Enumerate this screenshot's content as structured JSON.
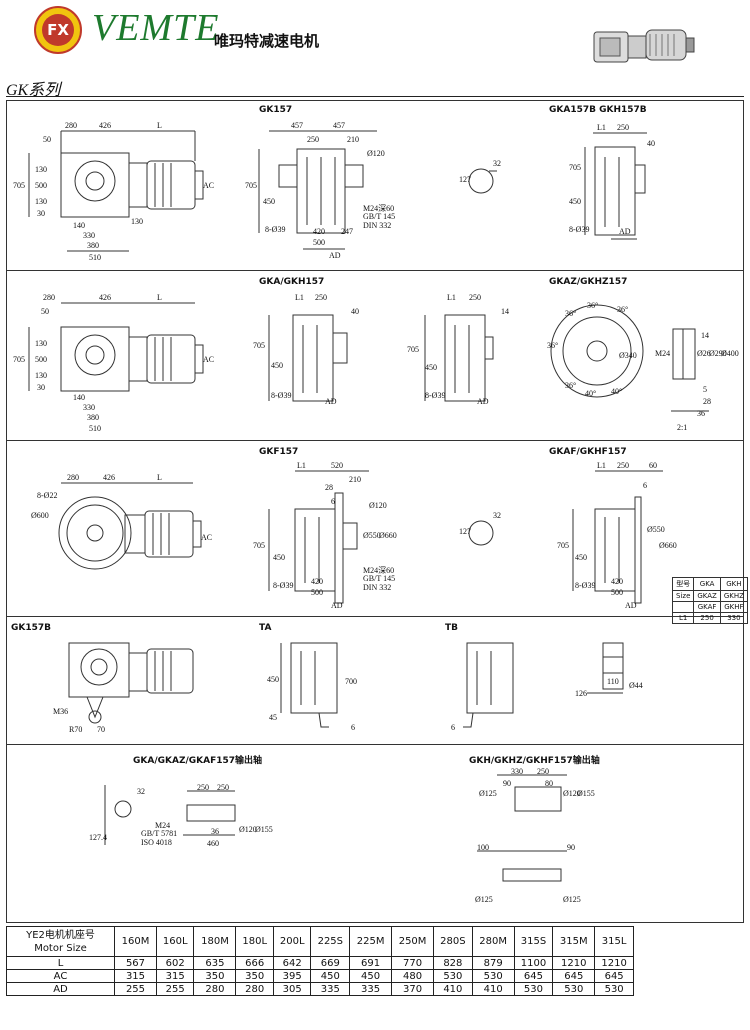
{
  "header": {
    "logo_mark": "FX",
    "brand": "VEMTE",
    "brand_cn": "唯玛特减速电机"
  },
  "series_title": "GK系列",
  "panels": {
    "row1": {
      "cap_main": "GK157",
      "cap_side": "GKA157B  GKH157B",
      "side_labels": [
        "50",
        "280",
        "426",
        "L",
        "705",
        "130",
        "500",
        "130",
        "30",
        "140",
        "330",
        "380",
        "510",
        "130",
        "AC"
      ],
      "front_labels": [
        "457",
        "457",
        "250",
        "210",
        "Ø120",
        "M24深60",
        "GB/T 145",
        "DIN 332",
        "705",
        "450",
        "8-Ø39",
        "420",
        "500",
        "247",
        "AD"
      ],
      "key_labels": [
        "32",
        "127"
      ],
      "b_labels": [
        "L1",
        "250",
        "40",
        "705",
        "450",
        "8-Ø39",
        "AD"
      ]
    },
    "row2": {
      "cap_main": "GKA/GKH157",
      "cap_side": "GKAZ/GKHZ157",
      "side_labels": [
        "280",
        "50",
        "426",
        "L",
        "705",
        "130",
        "500",
        "130",
        "30",
        "140",
        "330",
        "380",
        "510",
        "AC"
      ],
      "a_labels": [
        "L1",
        "250",
        "40",
        "705",
        "450",
        "8-Ø39",
        "AD"
      ],
      "h_labels": [
        "L1",
        "250",
        "14",
        "705",
        "450",
        "8-Ø39",
        "AD"
      ],
      "z_labels": [
        "36°",
        "36°",
        "36°",
        "36°",
        "36°",
        "40°",
        "40°",
        "Ø340",
        "M24",
        "14",
        "Ø26",
        "Ø290",
        "Ø400",
        "5",
        "28",
        "36",
        "2:1"
      ]
    },
    "row3": {
      "cap_main": "GKF157",
      "cap_side": "GKAF/GKHF157",
      "side_labels": [
        "280",
        "426",
        "L",
        "8-Ø22",
        "Ø600",
        "AC"
      ],
      "f_labels": [
        "L1",
        "520",
        "210",
        "28",
        "6",
        "Ø120",
        "Ø550",
        "Ø660",
        "705",
        "450",
        "8-Ø39",
        "M24深60",
        "GB/T 145",
        "DIN 332",
        "420",
        "500",
        "AD"
      ],
      "key_labels": [
        "32",
        "127"
      ],
      "af_labels": [
        "L1",
        "250",
        "60",
        "6",
        "Ø550",
        "Ø660",
        "705",
        "450",
        "8-Ø39",
        "420",
        "500",
        "AD"
      ],
      "mini_table": {
        "rows": [
          [
            "型号",
            "GKA",
            "GKH"
          ],
          [
            "Size",
            "GKAZ",
            "GKHZ"
          ],
          [
            "",
            "GKAF",
            "GKHF"
          ],
          [
            "L1",
            "250",
            "330"
          ]
        ]
      }
    },
    "row4": {
      "cap_b": "GK157B",
      "cap_ta": "TA",
      "cap_tb": "TB",
      "b_labels": [
        "M36",
        "R70",
        "70"
      ],
      "ta_labels": [
        "450",
        "700",
        "45",
        "6"
      ],
      "tb_labels": [
        "6"
      ],
      "detail_labels": [
        "110",
        "126",
        "Ø44"
      ]
    },
    "row5": {
      "cap_left": "GKA/GKAZ/GKAF157输出轴",
      "cap_right": "GKH/GKHZ/GKHF157输出轴",
      "left_labels": [
        "32",
        "127.4",
        "250",
        "250",
        "M24",
        "GB/T 5781",
        "ISO 4018",
        "36",
        "460",
        "Ø120",
        "Ø155"
      ],
      "right_labels": [
        "330",
        "250",
        "90",
        "80",
        "Ø125",
        "Ø120",
        "Ø155",
        "100",
        "90",
        "Ø125",
        "Ø125"
      ]
    }
  },
  "dims_table": {
    "header_label_cn": "YE2电机机座号",
    "header_label_en": "Motor Size",
    "sizes": [
      "160M",
      "160L",
      "180M",
      "180L",
      "200L",
      "225S",
      "225M",
      "250M",
      "280S",
      "280M",
      "315S",
      "315M",
      "315L"
    ],
    "rows": [
      {
        "label": "L",
        "values": [
          "567",
          "602",
          "635",
          "666",
          "642",
          "669",
          "691",
          "770",
          "828",
          "879",
          "1100",
          "1210",
          "1210"
        ]
      },
      {
        "label": "AC",
        "values": [
          "315",
          "315",
          "350",
          "350",
          "395",
          "450",
          "450",
          "480",
          "530",
          "530",
          "645",
          "645",
          "645"
        ]
      },
      {
        "label": "AD",
        "values": [
          "255",
          "255",
          "280",
          "280",
          "305",
          "335",
          "335",
          "370",
          "410",
          "410",
          "530",
          "530",
          "530"
        ]
      }
    ]
  }
}
